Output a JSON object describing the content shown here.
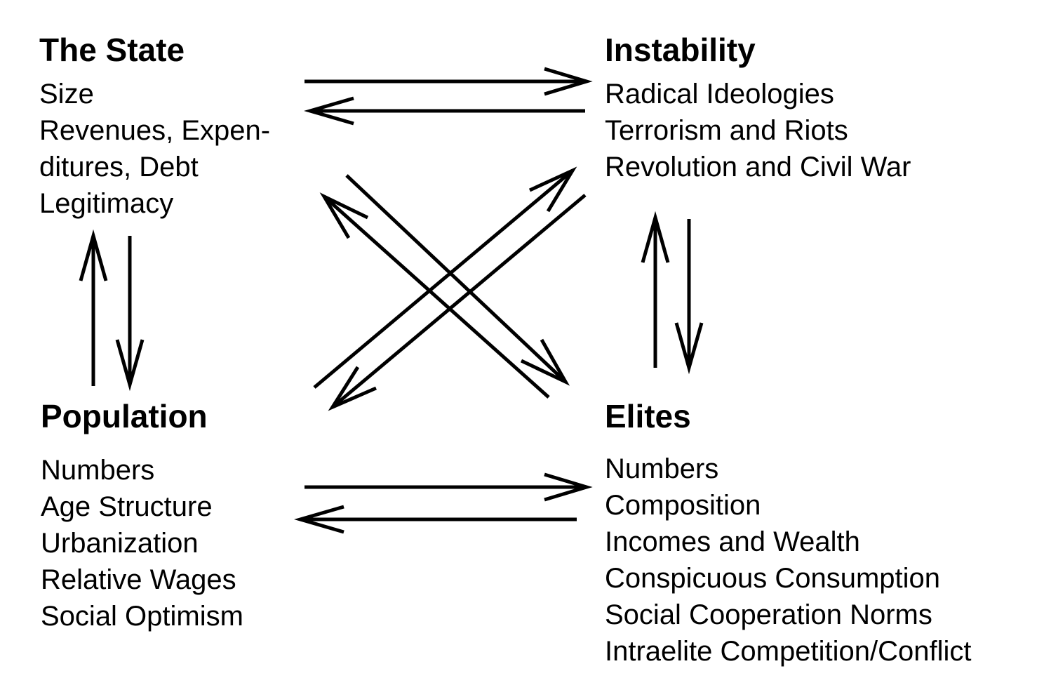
{
  "state": {
    "title": "The State",
    "items": [
      "Size",
      "Revenues, Expen-",
      "ditures, Debt",
      "Legitimacy"
    ]
  },
  "instability": {
    "title": "Instability",
    "items": [
      "Radical Ideologies",
      "Terrorism and Riots",
      "Revolution and Civil War"
    ]
  },
  "population": {
    "title": "Population",
    "items": [
      "Numbers",
      "Age Structure",
      "Urbanization",
      "Relative Wages",
      "Social Optimism"
    ]
  },
  "elites": {
    "title": "Elites",
    "items": [
      "Numbers",
      "Composition",
      "Incomes and Wealth",
      "Conspicuous Consumption",
      "Social Cooperation Norms",
      "Intraelite Competition/Conflict"
    ]
  },
  "colors": {
    "ink": "#000000",
    "background": "#ffffff"
  }
}
